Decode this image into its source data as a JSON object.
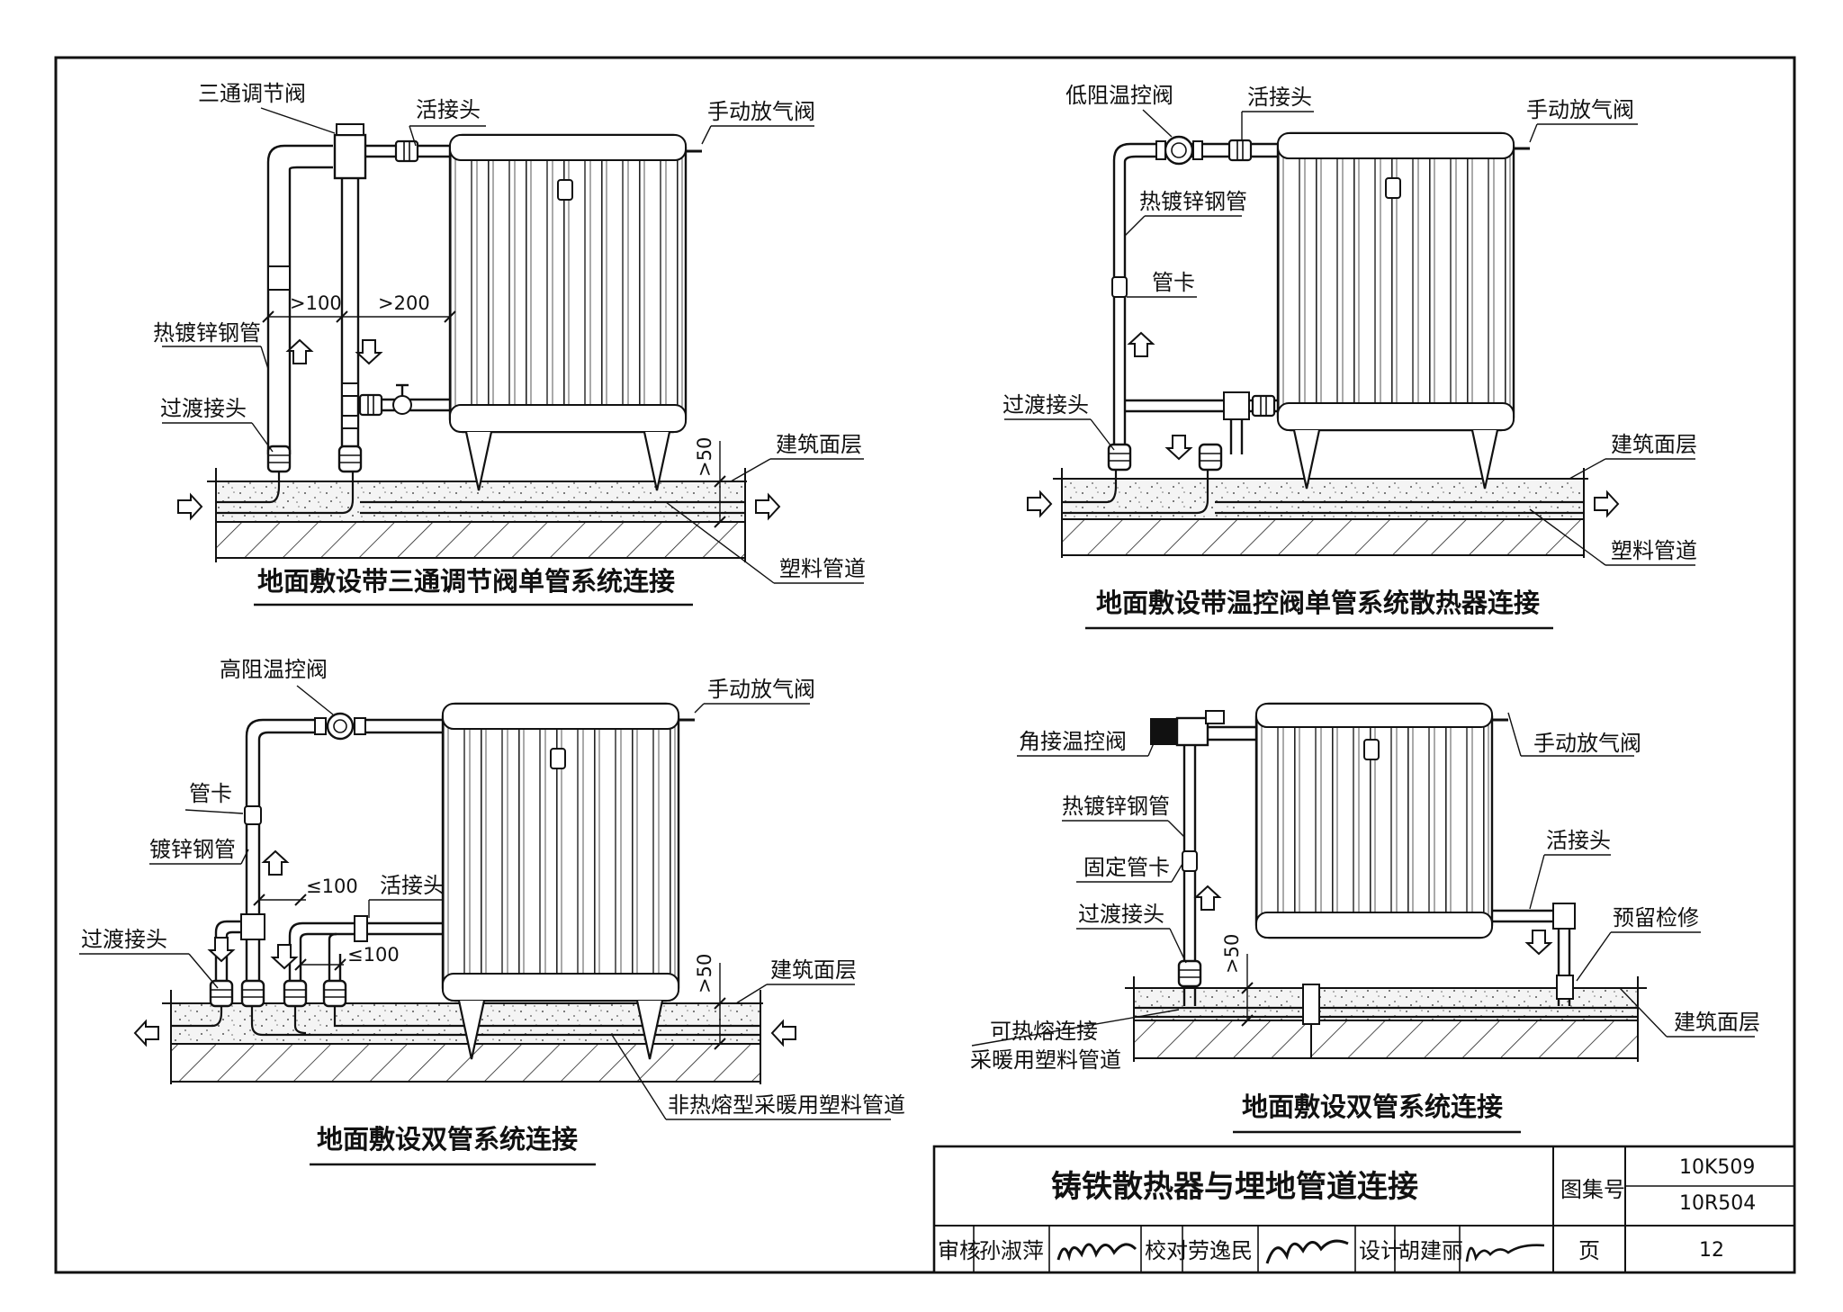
{
  "panels": {
    "top_left": {
      "caption": "地面敷设带三通调节阀单管系统连接",
      "labels": {
        "three_way_valve": "三通调节阀",
        "union": "活接头",
        "air_vent": "手动放气阀",
        "galv_pipe": "热镀锌钢管",
        "transition": "过渡接头",
        "floor_finish": "建筑面层",
        "plastic_pipe": "塑料管道"
      },
      "dims": {
        "d1": ">100",
        "d2": ">200",
        "d3": ">50"
      }
    },
    "top_right": {
      "caption": "地面敷设带温控阀单管系统散热器连接",
      "labels": {
        "low_res_valve": "低阻温控阀",
        "union": "活接头",
        "air_vent": "手动放气阀",
        "galv_pipe": "热镀锌钢管",
        "clamp": "管卡",
        "transition": "过渡接头",
        "floor_finish": "建筑面层",
        "plastic_pipe": "塑料管道"
      }
    },
    "bottom_left": {
      "caption": "地面敷设双管系统连接",
      "labels": {
        "high_res_valve": "高阻温控阀",
        "air_vent": "手动放气阀",
        "clamp": "管卡",
        "galv_pipe": "镀锌钢管",
        "union": "活接头",
        "transition": "过渡接头",
        "floor_finish": "建筑面层",
        "plastic_pipe": "非热熔型采暖用塑料管道"
      },
      "dims": {
        "d1": "≤100",
        "d2": "≤100",
        "d3": ">50"
      }
    },
    "bottom_right": {
      "caption": "地面敷设双管系统连接",
      "labels": {
        "angle_valve": "角接温控阀",
        "air_vent": "手动放气阀",
        "galv_pipe": "热镀锌钢管",
        "fixed_clamp": "固定管卡",
        "transition": "过渡接头",
        "union": "活接头",
        "reserve": "预留检修",
        "floor_finish": "建筑面层",
        "fusible_1": "可热熔连接",
        "fusible_2": "采暖用塑料管道"
      },
      "dims": {
        "d1": ">50"
      }
    }
  },
  "title_block": {
    "title": "铸铁散热器与埋地管道连接",
    "atlas_label": "图集号",
    "atlas_no_1": "10K509",
    "atlas_no_2": "10R504",
    "review_label": "审核",
    "reviewer": "孙淑萍",
    "check_label": "校对",
    "checker": "劳逸民",
    "design_label": "设计",
    "designer": "胡建丽",
    "page_label": "页",
    "page_no": "12"
  }
}
